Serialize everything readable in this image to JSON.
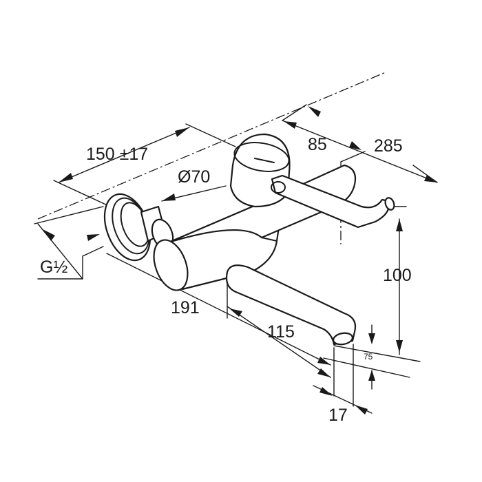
{
  "dimensions": {
    "distance_range": "150 ±17",
    "diameter": "Ø70",
    "top_depth": "85",
    "total_depth": "285",
    "thread": "G½",
    "height": "100",
    "width_191": "191",
    "spout_length": "115",
    "spout_height": "75",
    "spout_offset": "17"
  }
}
